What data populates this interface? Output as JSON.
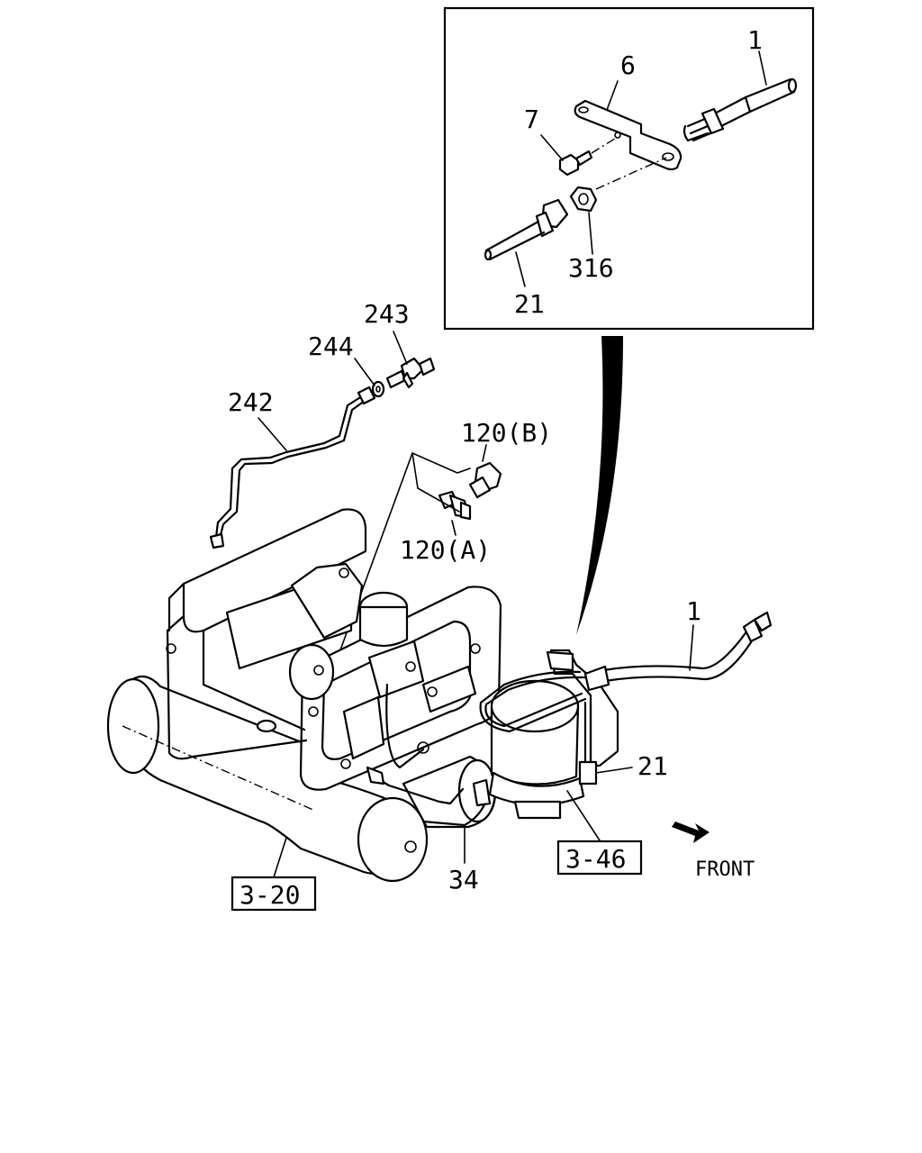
{
  "diagram": {
    "callouts": {
      "c1_inset": "1",
      "c6": "6",
      "c7": "7",
      "c316": "316",
      "c21_inset": "21",
      "c243": "243",
      "c244": "244",
      "c242": "242",
      "c120b": "120(B)",
      "c120a": "120(A)",
      "c1_main": "1",
      "c21_main": "21",
      "c34": "34"
    },
    "references": {
      "r320": "3-20",
      "r346": "3-46"
    },
    "front_label": "FRONT"
  }
}
